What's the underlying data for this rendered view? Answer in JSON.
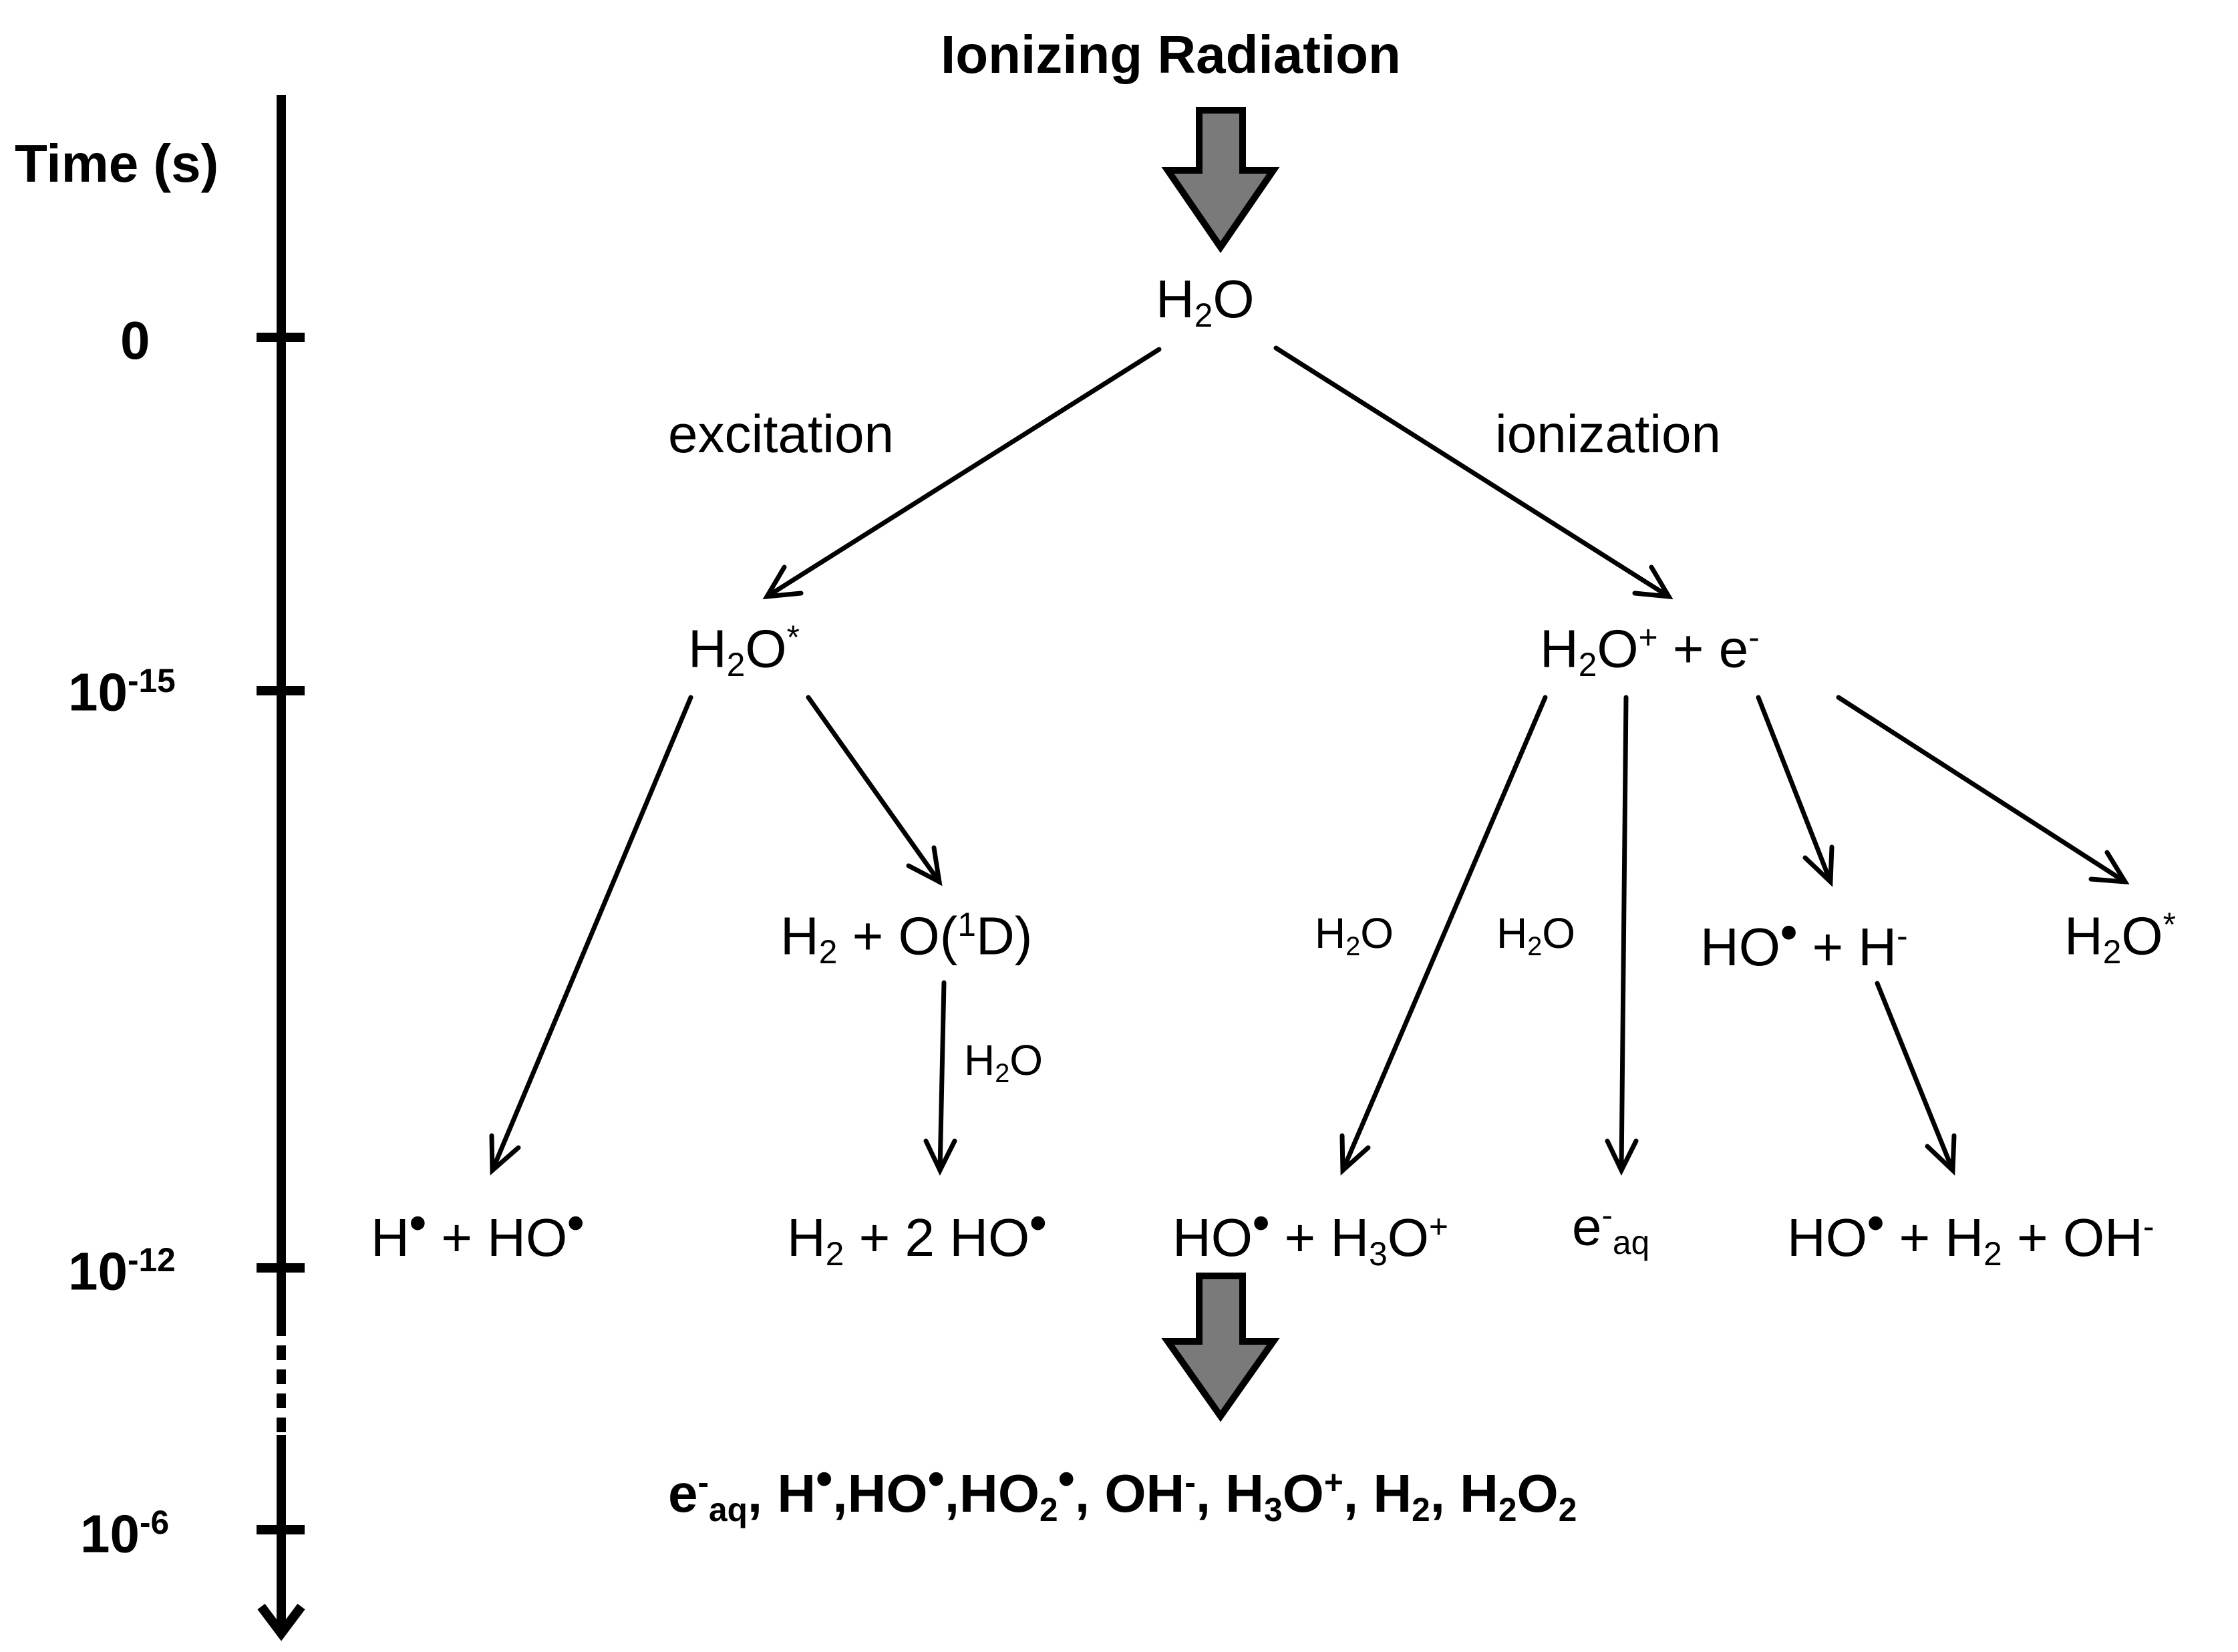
{
  "title": "Ionizing Radiation",
  "time_axis": {
    "label": "Time (s)",
    "ticks": [
      {
        "base": "0",
        "exp": ""
      },
      {
        "base": "10",
        "exp": "-15"
      },
      {
        "base": "10",
        "exp": "-12"
      },
      {
        "base": "10",
        "exp": "-6"
      }
    ]
  },
  "nodes": {
    "water": {
      "a": "H",
      "sub": "2",
      "b": "O"
    },
    "excitation_label": "excitation",
    "ionization_label": "ionization",
    "excited_water": {
      "a": "H",
      "sub": "2",
      "b": "O",
      "sup": "*"
    },
    "ionized": {
      "a": "H",
      "sub": "2",
      "b": "O",
      "sup": "+",
      "c": " + e",
      "sup2": "-"
    },
    "h2_o1d": {
      "a": "H",
      "sub": "2",
      "b": " + O(",
      "sup": "1",
      "c": "D)"
    },
    "h2o_label_1": {
      "a": "H",
      "sub": "2",
      "b": "O"
    },
    "h2o_label_2": {
      "a": "H",
      "sub": "2",
      "b": "O"
    },
    "h2o_label_3": {
      "a": "H",
      "sub": "2",
      "b": "O"
    },
    "ho_h_minus": {
      "a": "HO",
      "dot": "•",
      "b": " + H",
      "sup": "-"
    },
    "excited_water_2": {
      "a": "H",
      "sub": "2",
      "b": "O",
      "sup": "*"
    },
    "h_ho": {
      "a": "H",
      "dot": "•",
      "b": " + HO",
      "dot2": "•"
    },
    "h2_2ho": {
      "a": "H",
      "sub": "2",
      "b": " + 2 HO",
      "dot": "•"
    },
    "ho_h3o": {
      "a": "HO",
      "dot": "•",
      "b": " + H",
      "sub": "3",
      "c": "O",
      "sup": "+"
    },
    "e_aq": {
      "a": "e",
      "sup": "-",
      "sub": "aq"
    },
    "ho_h2_oh": {
      "a": "HO",
      "dot": "•",
      "b": " + H",
      "sub": "2",
      "c": " + OH",
      "sup": "-"
    }
  },
  "final_products": {
    "e": "e",
    "e_sup": "-",
    "e_sub": "aq",
    "sep0": ", ",
    "h": "H",
    "h_dot": "•",
    "sep1": ",",
    "ho": "HO",
    "ho_dot": "•",
    "sep2": ",",
    "ho2": "HO",
    "ho2_sub": "2",
    "ho2_dot": "•",
    "sep3": ", ",
    "oh": "OH",
    "oh_sup": "-",
    "sep4": ", ",
    "h3o_a": "H",
    "h3o_sub": "3",
    "h3o_b": "O",
    "h3o_sup": "+",
    "sep5": ", ",
    "h2_a": "H",
    "h2_sub": "2",
    "sep6": ", ",
    "h2o2_a": "H",
    "h2o2_sub1": "2",
    "h2o2_b": "O",
    "h2o2_sub2": "2"
  },
  "colors": {
    "arrow_fill": "#7a7a7a",
    "line": "#000000"
  }
}
